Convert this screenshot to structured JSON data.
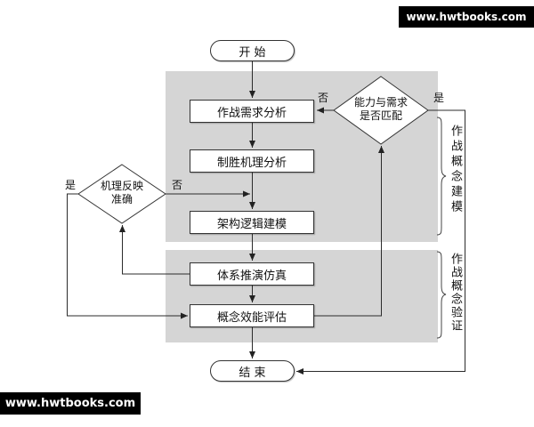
{
  "watermarks": {
    "top_right": "www.hwtbooks.com",
    "bottom_left": "www.hwtbooks.com"
  },
  "flowchart": {
    "start_label": "开 始",
    "end_label": "结 束",
    "processes": [
      {
        "label": "作战需求分析"
      },
      {
        "label": "制胜机理分析"
      },
      {
        "label": "架构逻辑建模"
      },
      {
        "label": "体系推演仿真"
      },
      {
        "label": "概念效能评估"
      }
    ],
    "decisions": [
      {
        "line1": "能力与需求",
        "line2": "是否匹配",
        "yes_label": "是",
        "no_label": "否"
      },
      {
        "line1": "机理反映",
        "line2": "准确",
        "yes_label": "是",
        "no_label": "否"
      }
    ],
    "phases": [
      {
        "label": "作战概念建模"
      },
      {
        "label": "作战概念验证"
      }
    ]
  },
  "colors": {
    "phase_region_bg": "#d5d5d5",
    "node_border": "#333333",
    "connector_line": "#2b2b2b",
    "watermark_bg": "#000000",
    "watermark_text": "#ffffff"
  }
}
